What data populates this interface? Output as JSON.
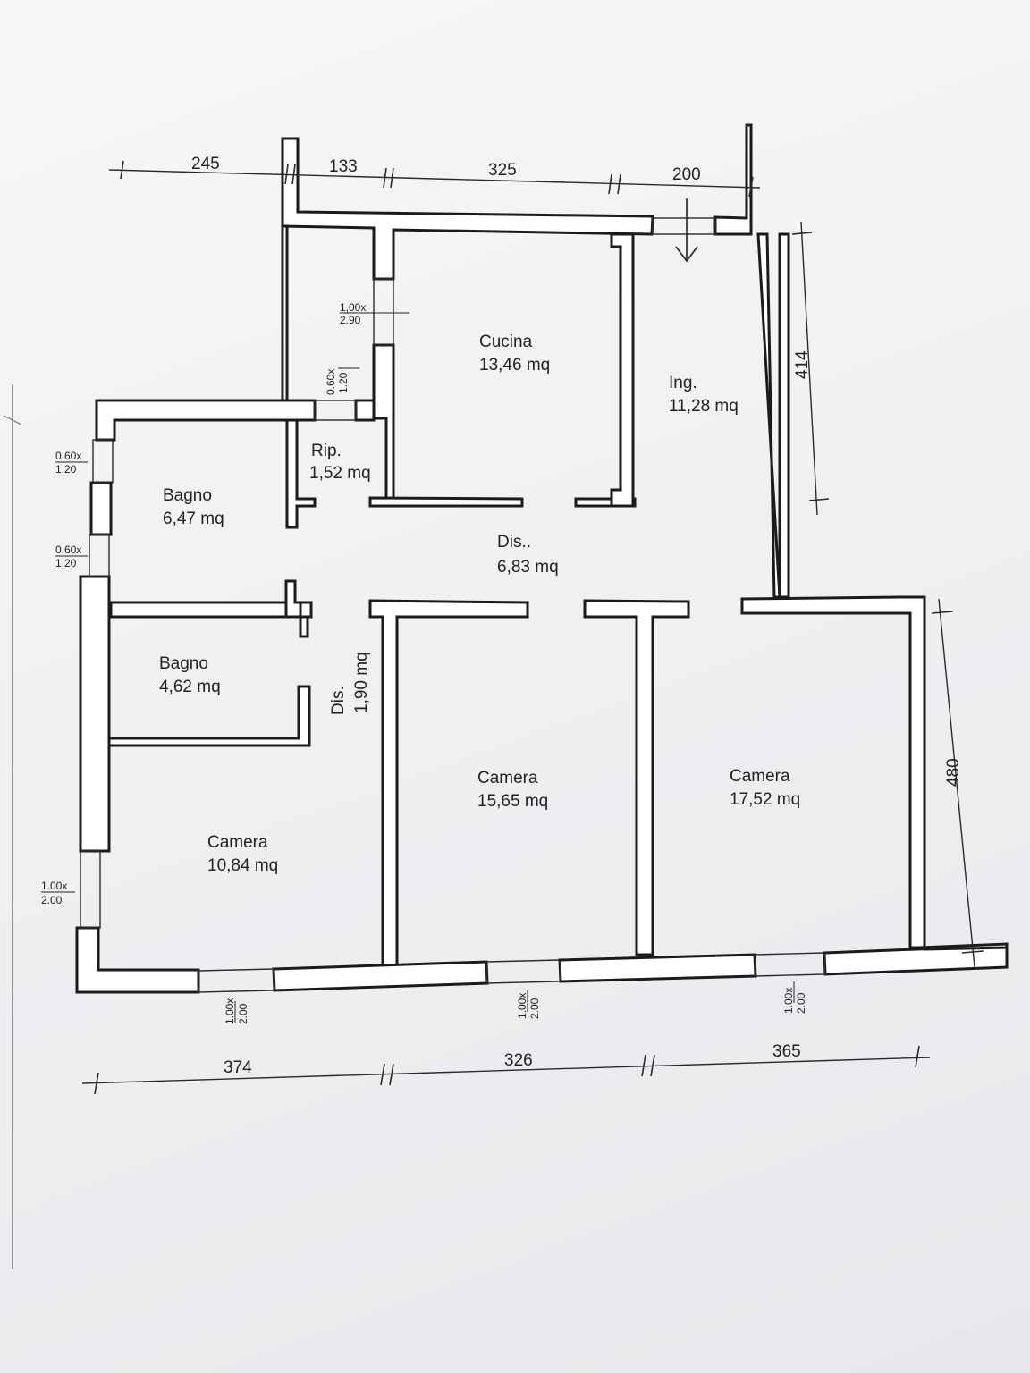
{
  "rooms": {
    "cucina": {
      "name": "Cucina",
      "area": "13,46 mq"
    },
    "ingresso": {
      "name": "Ing.",
      "area": "11,28 mq"
    },
    "ripostiglio": {
      "name": "Rip.",
      "area": "1,52 mq"
    },
    "bagno1": {
      "name": "Bagno",
      "area": "6,47 mq"
    },
    "disimpegno": {
      "name": "Dis..",
      "area": "6,83 mq"
    },
    "bagno2": {
      "name": "Bagno",
      "area": "4,62 mq"
    },
    "disimpegno2": {
      "name": "Dis.",
      "area": "1,90 mq"
    },
    "camera1": {
      "name": "Camera",
      "area": "15,65 mq"
    },
    "camera2": {
      "name": "Camera",
      "area": "17,52 mq"
    },
    "camera3": {
      "name": "Camera",
      "area": "10,84 mq"
    }
  },
  "dimensions": {
    "top": [
      "245",
      "133",
      "325",
      "200"
    ],
    "bottom": [
      "374",
      "326",
      "365"
    ],
    "right_upper": "414",
    "right_lower": "480"
  },
  "windows": {
    "kitchen_w": "1,00x",
    "kitchen_h": "2.90",
    "rip_w": "0.60x",
    "rip_h": "1.20",
    "left1_w": "0.60x",
    "left1_h": "1.20",
    "left2_w": "0.60x",
    "left2_h": "1.20",
    "left3_w": "1.00x",
    "left3_h": "2.00",
    "bottom1_w": "1.00x",
    "bottom1_h": "2.00",
    "bottom2_w": "1.00x",
    "bottom2_h": "2.00",
    "bottom3_w": "1.00x",
    "bottom3_h": "2.00"
  }
}
